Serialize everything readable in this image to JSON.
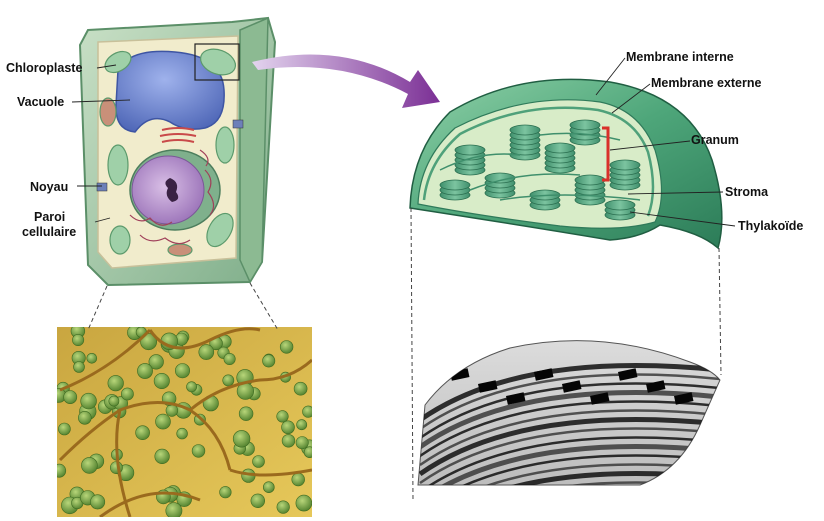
{
  "labels": {
    "chloroplaste": "Chloroplaste",
    "vacuole": "Vacuole",
    "noyau": "Noyau",
    "paroi_line1": "Paroi",
    "paroi_line2": "cellulaire",
    "membrane_interne": "Membrane interne",
    "membrane_externe": "Membrane externe",
    "granum": "Granum",
    "stroma": "Stroma",
    "thylakoide": "Thylakoïde"
  },
  "colors": {
    "cell_wall": "#9fc4a2",
    "cytoplasm": "#f1eccc",
    "vacuole": "#6f86d0",
    "nucleus": "#b290c9",
    "chloroplast": "#4fa17a",
    "chloroplast_dark": "#2f7a5a",
    "arrow": "#8a3fa0",
    "granum_bracket": "#d9302a",
    "micro_green": "#6a9a3c",
    "micro_yellow": "#d9b23a"
  }
}
